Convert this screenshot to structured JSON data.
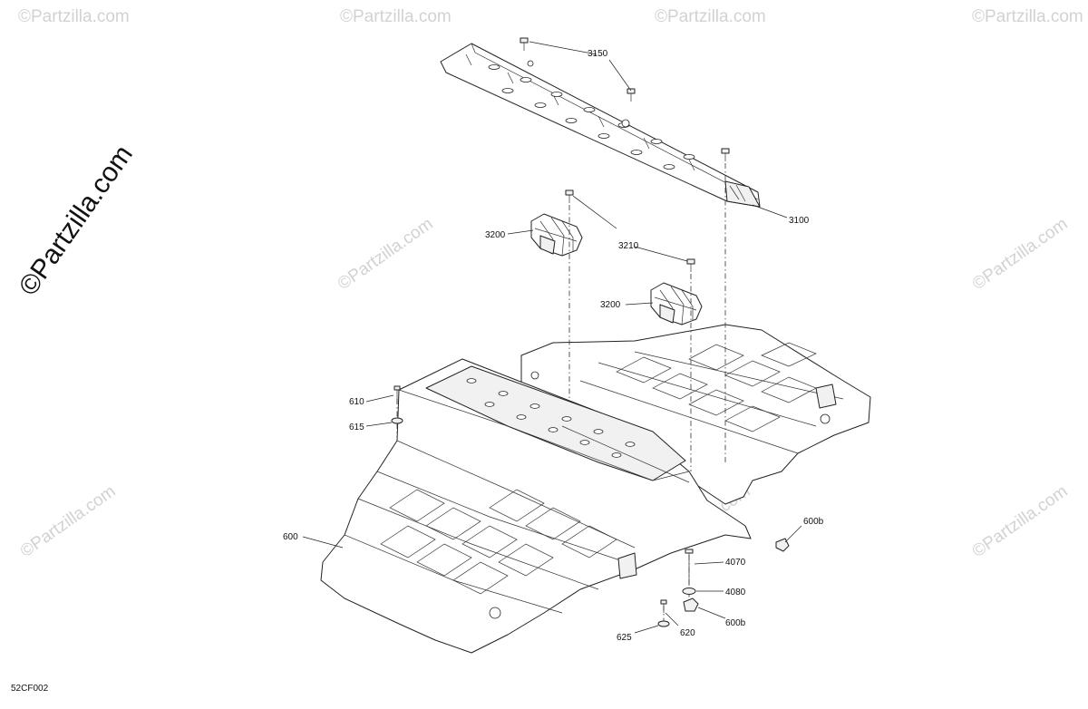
{
  "diagram": {
    "reference_code": "52CF002",
    "watermark_text": "©Partzilla.com",
    "callouts": [
      {
        "id": "callout-3150",
        "label": "3150"
      },
      {
        "id": "callout-3100",
        "label": "3100"
      },
      {
        "id": "callout-3210",
        "label": "3210"
      },
      {
        "id": "callout-3200-left",
        "label": "3200"
      },
      {
        "id": "callout-3200-right",
        "label": "3200"
      },
      {
        "id": "callout-610",
        "label": "610"
      },
      {
        "id": "callout-615",
        "label": "615"
      },
      {
        "id": "callout-600",
        "label": "600"
      },
      {
        "id": "callout-600b-top",
        "label": "600b"
      },
      {
        "id": "callout-4070",
        "label": "4070"
      },
      {
        "id": "callout-4080",
        "label": "4080"
      },
      {
        "id": "callout-600b-bottom",
        "label": "600b"
      },
      {
        "id": "callout-620",
        "label": "620"
      },
      {
        "id": "callout-625",
        "label": "625"
      }
    ]
  }
}
